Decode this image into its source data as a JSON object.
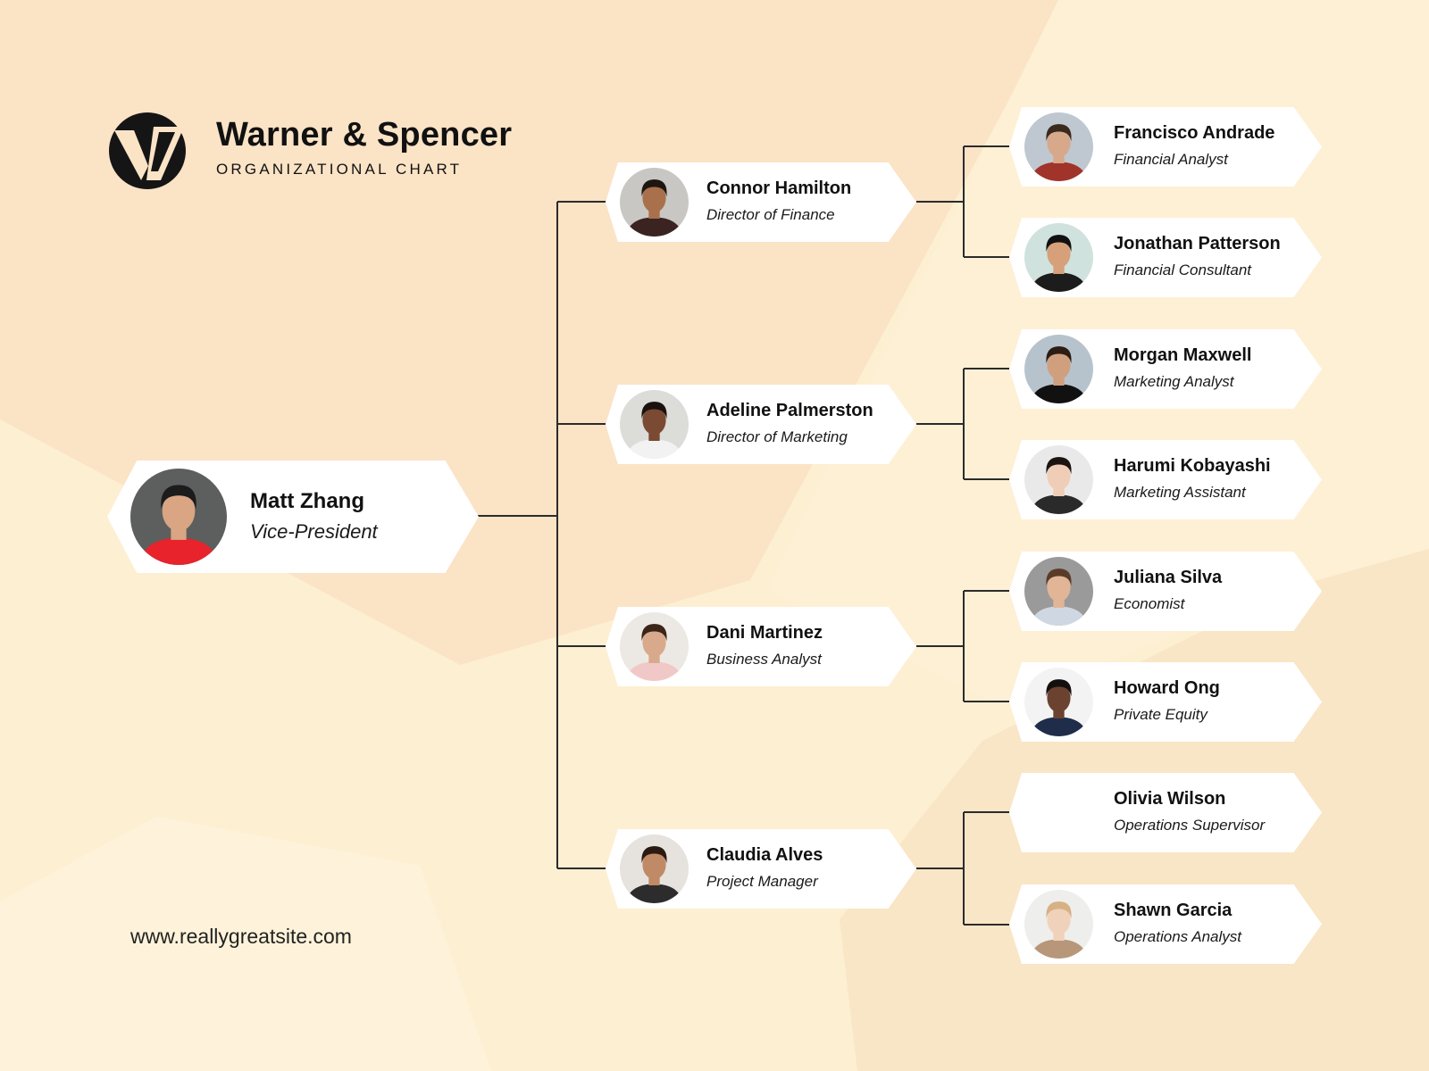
{
  "brand": {
    "title": "Warner & Spencer",
    "subtitle": "ORGANIZATIONAL CHART",
    "website": "www.reallygreatsite.com"
  },
  "colors": {
    "background": "#fdefd2",
    "shape_peach": "#fbe3c6",
    "shape_light": "#fef3da",
    "shape_sand": "#f9e6c6",
    "card": "#ffffff",
    "line": "#2b2b2b"
  },
  "people": {
    "vp": {
      "name": "Matt Zhang",
      "role": "Vice-President",
      "avatar": {
        "skin": "#d9a583",
        "hair": "#1c1c1c",
        "shirt": "#e8232b",
        "bg": "#5c5f5e"
      }
    },
    "directors": [
      {
        "name": "Connor Hamilton",
        "role": "Director of Finance",
        "avatar": {
          "skin": "#a9704c",
          "hair": "#1d1510",
          "shirt": "#3a2320",
          "bg": "#c9c7c3"
        }
      },
      {
        "name": "Adeline Palmerston",
        "role": "Director of Marketing",
        "avatar": {
          "skin": "#7a4a32",
          "hair": "#1a120e",
          "shirt": "#f2f2f2",
          "bg": "#dcdcd8"
        }
      },
      {
        "name": "Dani Martinez",
        "role": "Business Analyst",
        "avatar": {
          "skin": "#d8a98a",
          "hair": "#3b2418",
          "shirt": "#f1c8c8",
          "bg": "#ece9e4"
        }
      },
      {
        "name": "Claudia Alves",
        "role": "Project Manager",
        "avatar": {
          "skin": "#c08a66",
          "hair": "#2a1a12",
          "shirt": "#2c2c2c",
          "bg": "#e6e3de"
        }
      }
    ],
    "staff": [
      {
        "name": "Francisco Andrade",
        "role": "Financial Analyst",
        "avatar": {
          "skin": "#d8a88a",
          "hair": "#3a2a1e",
          "shirt": "#a0342a",
          "bg": "#bfc7d1"
        }
      },
      {
        "name": "Jonathan Patterson",
        "role": "Financial Consultant",
        "avatar": {
          "skin": "#d6a07a",
          "hair": "#111111",
          "shirt": "#1c1c1c",
          "bg": "#cfe2dd"
        }
      },
      {
        "name": "Morgan Maxwell",
        "role": "Marketing Analyst",
        "avatar": {
          "skin": "#d0a07e",
          "hair": "#2c1d14",
          "shirt": "#111111",
          "bg": "#b7c3cc"
        }
      },
      {
        "name": "Harumi Kobayashi",
        "role": "Marketing Assistant",
        "avatar": {
          "skin": "#f0cdb6",
          "hair": "#1b1411",
          "shirt": "#2a2a2a",
          "bg": "#e9e9ea"
        }
      },
      {
        "name": "Juliana Silva",
        "role": "Economist",
        "avatar": {
          "skin": "#e2b597",
          "hair": "#5a3b28",
          "shirt": "#cfd8e2",
          "bg": "#9a9a9a"
        }
      },
      {
        "name": "Howard Ong",
        "role": "Private Equity",
        "avatar": {
          "skin": "#6b4230",
          "hair": "#151010",
          "shirt": "#1f2d4a",
          "bg": "#f3f3f3"
        }
      },
      {
        "name": "Olivia Wilson",
        "role": "Operations Supervisor",
        "avatar": null
      },
      {
        "name": "Shawn Garcia",
        "role": "Operations Analyst",
        "avatar": {
          "skin": "#f0d2bb",
          "hair": "#d6b183",
          "shirt": "#b8967a",
          "bg": "#eeeeec"
        }
      }
    ]
  }
}
